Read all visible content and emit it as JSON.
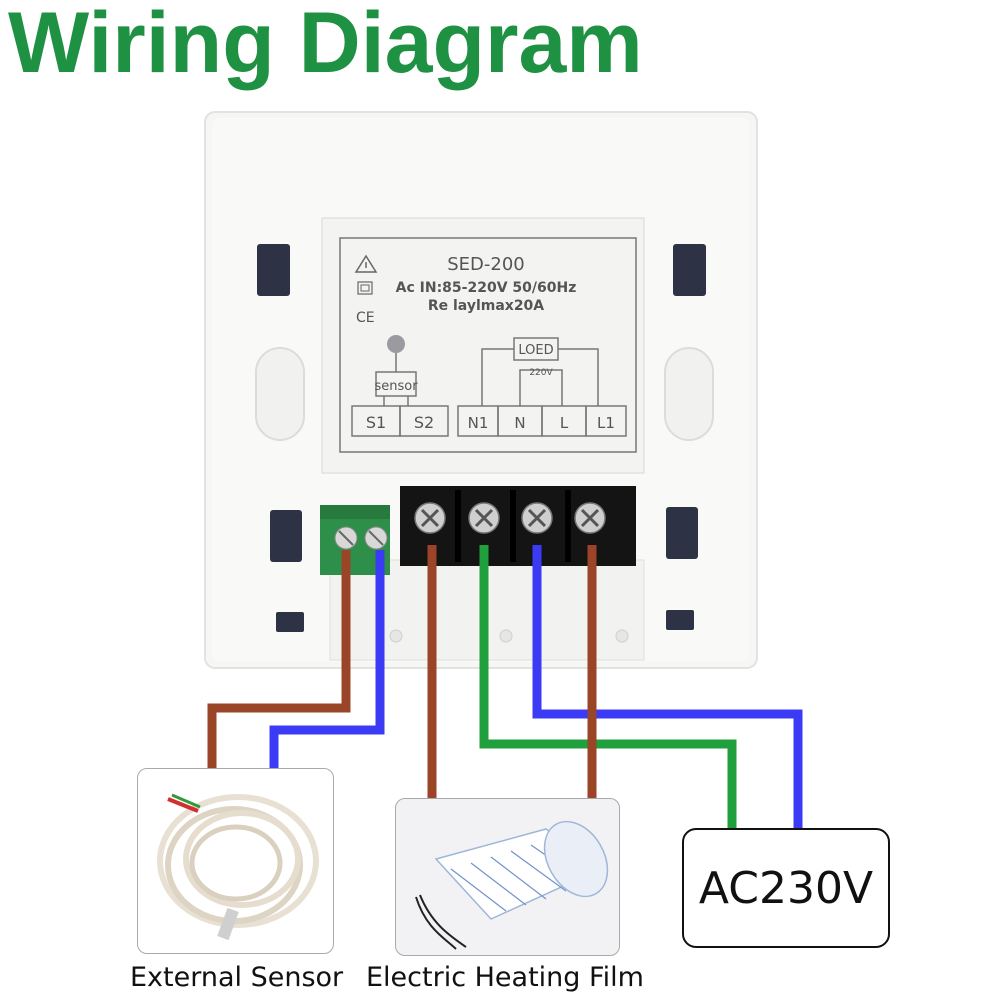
{
  "title": "Wiring Diagram",
  "label": {
    "model": "SED-200",
    "spec_line1": "Ac IN:85-220V 50/60Hz",
    "spec_line2": "Re laylmax20A",
    "ce_mark": "CE",
    "sensor": "sensor",
    "load": "LOED",
    "voltage": "220V",
    "terminals": [
      "S1",
      "S2",
      "N1",
      "N",
      "L",
      "L1"
    ]
  },
  "captions": {
    "external_sensor": "External Sensor",
    "heating_film": "Electric Heating Film",
    "power": "AC230V"
  },
  "colors": {
    "title_green": "#1f9143",
    "wire_brown": "#9a4528",
    "wire_blue": "#3b3bf5",
    "wire_green": "#1fa03c"
  },
  "icons": [
    "warning-icon",
    "double-insulation-icon",
    "ce-mark-icon",
    "screw-icon"
  ]
}
